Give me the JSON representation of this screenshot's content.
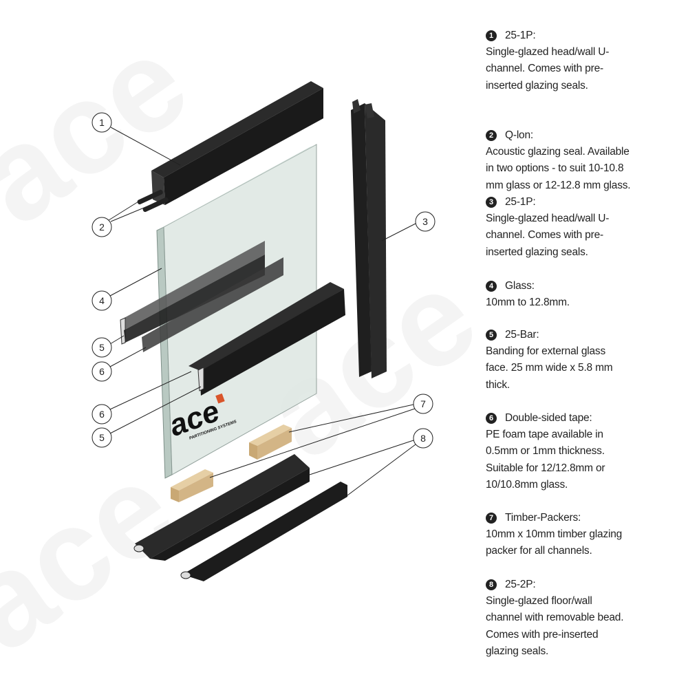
{
  "logo": {
    "brand": "ace",
    "tagline": "PARTITIONING SYSTEMS",
    "accent": "#d9552b"
  },
  "callouts": [
    "1",
    "2",
    "3",
    "4",
    "5",
    "6",
    "6",
    "5",
    "7",
    "8"
  ],
  "items": [
    {
      "num": "1",
      "title": "25-1P:",
      "lines": [
        "Single-glazed head/wall U-",
        "channel. Comes with pre-",
        "inserted glazing seals."
      ]
    },
    {
      "num": "2",
      "title": "Q-lon:",
      "lines": [
        "Acoustic glazing seal. Available",
        "in two options - to suit 10-10.8",
        "mm glass or 12-12.8 mm glass."
      ]
    },
    {
      "num": "3",
      "title": "25-1P:",
      "lines": [
        "Single-glazed head/wall U-",
        "channel. Comes with pre-",
        "inserted glazing seals."
      ]
    },
    {
      "num": "4",
      "title": "Glass:",
      "lines": [
        "10mm to 12.8mm."
      ]
    },
    {
      "num": "5",
      "title": "25-Bar:",
      "lines": [
        "Banding for external glass",
        "face. 25 mm wide x 5.8 mm",
        "thick."
      ]
    },
    {
      "num": "6",
      "title": "Double-sided tape:",
      "lines": [
        "PE foam tape available in",
        "0.5mm or 1mm thickness.",
        "Suitable for 12/12.8mm or",
        "10/10.8mm glass."
      ]
    },
    {
      "num": "7",
      "title": "Timber-Packers:",
      "lines": [
        "10mm x 10mm timber glazing",
        "packer for all channels."
      ]
    },
    {
      "num": "8",
      "title": "25-2P:",
      "lines": [
        "Single-glazed floor/wall",
        "channel with removable bead.",
        "Comes with pre-inserted",
        "glazing seals."
      ]
    }
  ]
}
